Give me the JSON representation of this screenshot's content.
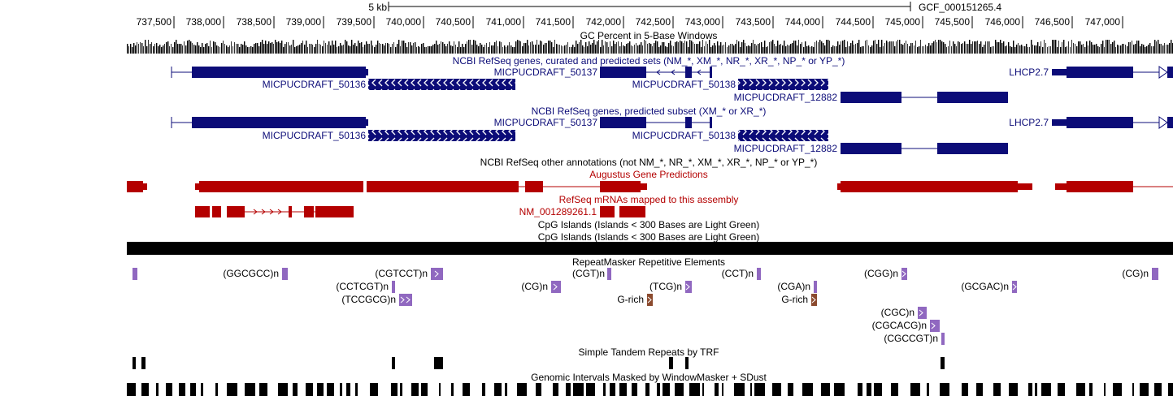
{
  "scale_bar": {
    "label": "5 kb",
    "assembly": "GCF_000151265.4"
  },
  "ruler": {
    "ticks": [
      "737,500",
      "738,000",
      "738,500",
      "739,000",
      "739,500",
      "740,000",
      "740,500",
      "741,000",
      "741,500",
      "742,000",
      "742,500",
      "743,000",
      "743,500",
      "744,000",
      "744,500",
      "745,000",
      "745,500",
      "746,000",
      "746,500",
      "747,000"
    ]
  },
  "colors": {
    "gene": "#0c0c78",
    "augustus": "#b40000",
    "repeat": "#9068c0",
    "repeat_rich": "#8b4a2e",
    "black": "#000000"
  },
  "tracks": {
    "gc_percent": {
      "title": "GC Percent in 5-Base Windows"
    },
    "refseq_curated": {
      "title": "NCBI RefSeq genes, curated and predicted sets (NM_*, XM_*, NR_*, XR_*, NP_* or YP_*)",
      "genes": [
        "MICPUCDRAFT_50136",
        "MICPUCDRAFT_50137",
        "MICPUCDRAFT_50138",
        "MICPUCDRAFT_12882",
        "LHCP2.7"
      ]
    },
    "refseq_predicted": {
      "title": "NCBI RefSeq genes, predicted subset (XM_* or XR_*)",
      "genes": [
        "MICPUCDRAFT_50136",
        "MICPUCDRAFT_50137",
        "MICPUCDRAFT_50138",
        "MICPUCDRAFT_12882",
        "LHCP2.7"
      ]
    },
    "refseq_other": {
      "title": "NCBI RefSeq other annotations (not NM_*, NR_*, XM_*, XR_*, NP_* or YP_*)"
    },
    "augustus": {
      "title": "Augustus Gene Predictions"
    },
    "refseq_mrna": {
      "title": "RefSeq mRNAs mapped to this assembly",
      "item": "NM_001289261.1"
    },
    "cpg_1": {
      "title": "CpG Islands (Islands < 300 Bases are Light Green)"
    },
    "cpg_2": {
      "title": "CpG Islands (Islands < 300 Bases are Light Green)"
    },
    "repeatmasker": {
      "title": "RepeatMasker Repetitive Elements",
      "labels": [
        "(GGCGCC)n",
        "(CGTCCT)n",
        "(CGT)n",
        "(CCT)n",
        "(CGG)n",
        "(CG)n",
        "(CCTCGT)n",
        "(CG)n",
        "(TCG)n",
        "(CGA)n",
        "(GCGAC)n",
        "(TCCGCG)n",
        "G-rich",
        "G-rich",
        "(CGC)n",
        "(CGCACG)n",
        "(CGCCGT)n"
      ]
    },
    "trf": {
      "title": "Simple Tandem Repeats by TRF"
    },
    "windowmasker": {
      "title": "Genomic Intervals Masked by WindowMasker + SDust"
    }
  }
}
